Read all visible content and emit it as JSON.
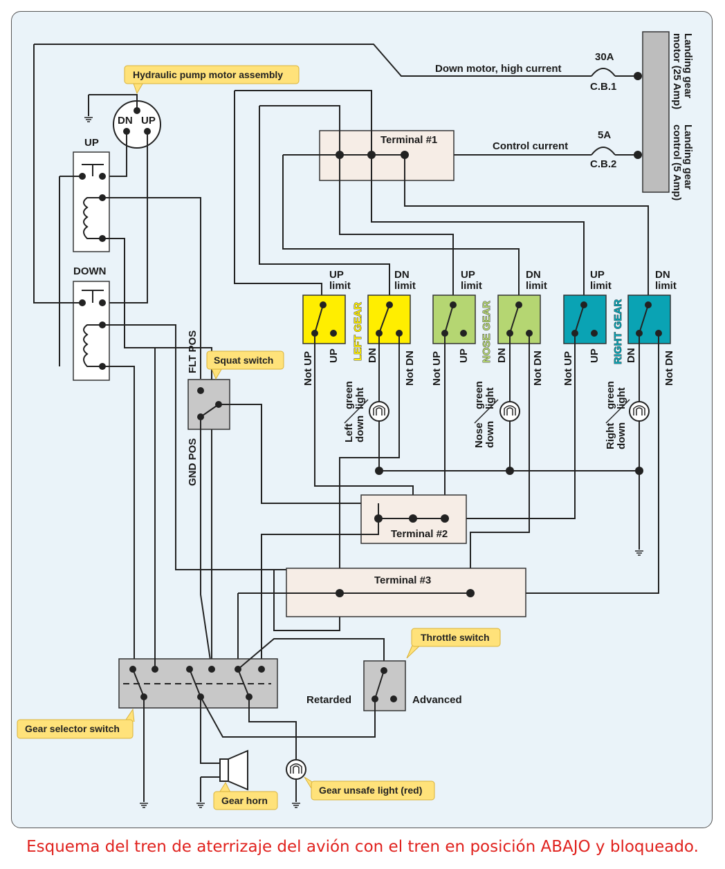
{
  "caption": "Esquema del tren de aterrizaje del avión con el tren en posición ABAJO y bloqueado.",
  "callouts": {
    "hydraulic_pump": "Hydraulic pump motor assembly",
    "squat_switch": "Squat switch",
    "throttle_switch": "Throttle switch",
    "gear_selector": "Gear selector switch",
    "gear_horn": "Gear horn",
    "gear_unsafe": "Gear unsafe light (red)"
  },
  "labels": {
    "dn": "DN",
    "up": "UP",
    "relay_up": "UP",
    "relay_down": "DOWN",
    "flt_pos": "FLT POS",
    "gnd_pos": "GND POS",
    "retarded": "Retarded",
    "advanced": "Advanced"
  },
  "power": {
    "motor_line1": "Landing gear",
    "motor_line2": "motor (25 Amp)",
    "control_line1": "Landing gear",
    "control_line2": "control (5 Amp)",
    "down_motor": "Down motor, high current",
    "control_current": "Control current",
    "cb1_rating": "30A",
    "cb1_name": "C.B.1",
    "cb2_rating": "5A",
    "cb2_name": "C.B.2"
  },
  "terminals": {
    "t1": "Terminal #1",
    "t2": "Terminal #2",
    "t3": "Terminal #3"
  },
  "limits": {
    "up_limit_1": "UP",
    "up_limit_2": "limit",
    "dn_limit_1": "DN",
    "dn_limit_2": "limit",
    "not_up": "Not UP",
    "up": "UP",
    "dn": "DN",
    "not_dn": "Not DN"
  },
  "gears": [
    {
      "name": "LEFT GEAR",
      "color": "#ffee00",
      "light_1": "Left",
      "light_2": "green",
      "light_3": "down",
      "light_4": "light"
    },
    {
      "name": "NOSE GEAR",
      "color": "#b5d672",
      "light_1": "Nose",
      "light_2": "green",
      "light_3": "down",
      "light_4": "light"
    },
    {
      "name": "RIGHT GEAR",
      "color": "#0aa3b4",
      "light_1": "Right",
      "light_2": "green",
      "light_3": "down",
      "light_4": "light"
    }
  ],
  "colors": {
    "panel": "#eaf3f9",
    "terminal": "#f6ede6",
    "switch_gray": "#c8c8c8",
    "callout": "#ffe27a",
    "caption": "#e0211d"
  }
}
